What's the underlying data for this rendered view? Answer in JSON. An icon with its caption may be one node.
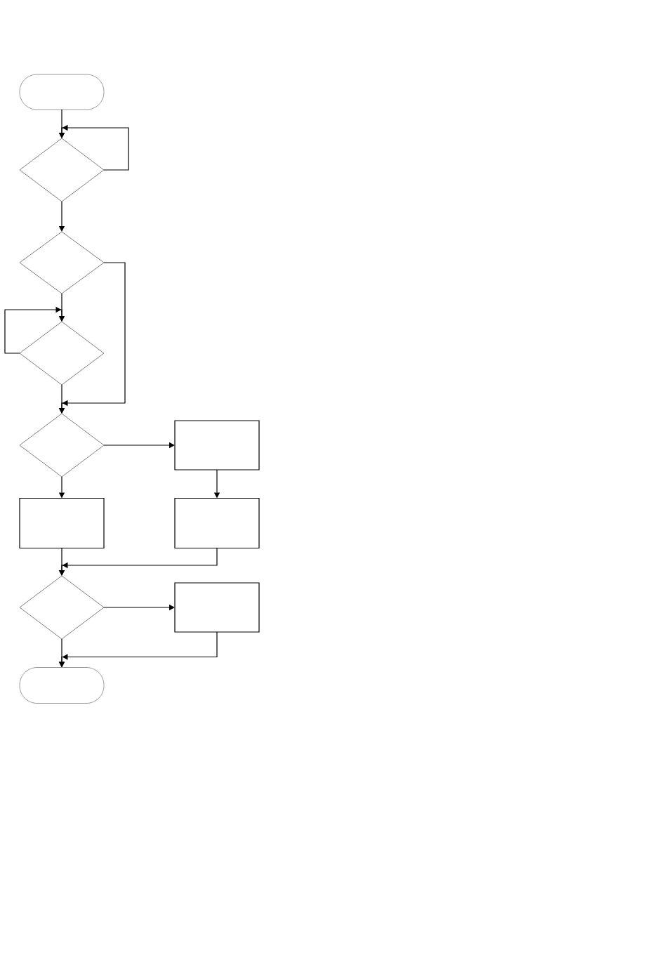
{
  "diagram": {
    "nodes": [
      {
        "text": [],
        "shape": "pill"
      },
      {
        "text": [],
        "shape": "diamond"
      },
      {
        "text": [],
        "shape": "diamond"
      },
      {
        "text": [],
        "shape": "diamond"
      },
      {
        "text": [],
        "shape": "diamond"
      },
      {
        "text": [],
        "shape": "box"
      },
      {
        "text": [],
        "shape": "box"
      },
      {
        "text": [],
        "shape": "box"
      },
      {
        "text": [],
        "shape": "diamond"
      },
      {
        "text": [],
        "shape": "box"
      },
      {
        "text": [],
        "shape": "pill"
      }
    ],
    "edges": [
      {
        "from": 0,
        "to": 1,
        "arrow": "to"
      },
      {
        "from": 1,
        "to": 1,
        "arrow": "to"
      },
      {
        "from": 1,
        "to": 2,
        "arrow": "to"
      },
      {
        "from": 2,
        "to": 3,
        "arrow": "to"
      },
      {
        "from": 3,
        "to": 3,
        "arrow": "to"
      },
      {
        "from": 2,
        "to": 4,
        "arrow": "to"
      },
      {
        "from": 3,
        "to": 4,
        "arrow": "to"
      },
      {
        "from": 4,
        "to": 5,
        "arrow": "to"
      },
      {
        "from": 4,
        "to": 6,
        "arrow": "to"
      },
      {
        "from": 5,
        "to": 7,
        "arrow": "to"
      },
      {
        "from": 6,
        "to": 8,
        "arrow": "to"
      },
      {
        "from": 7,
        "to": 8,
        "arrow": "to"
      },
      {
        "from": 8,
        "to": 9,
        "arrow": "to"
      },
      {
        "from": 8,
        "to": 10,
        "arrow": "to"
      },
      {
        "from": 9,
        "to": 10,
        "arrow": "to"
      }
    ]
  }
}
